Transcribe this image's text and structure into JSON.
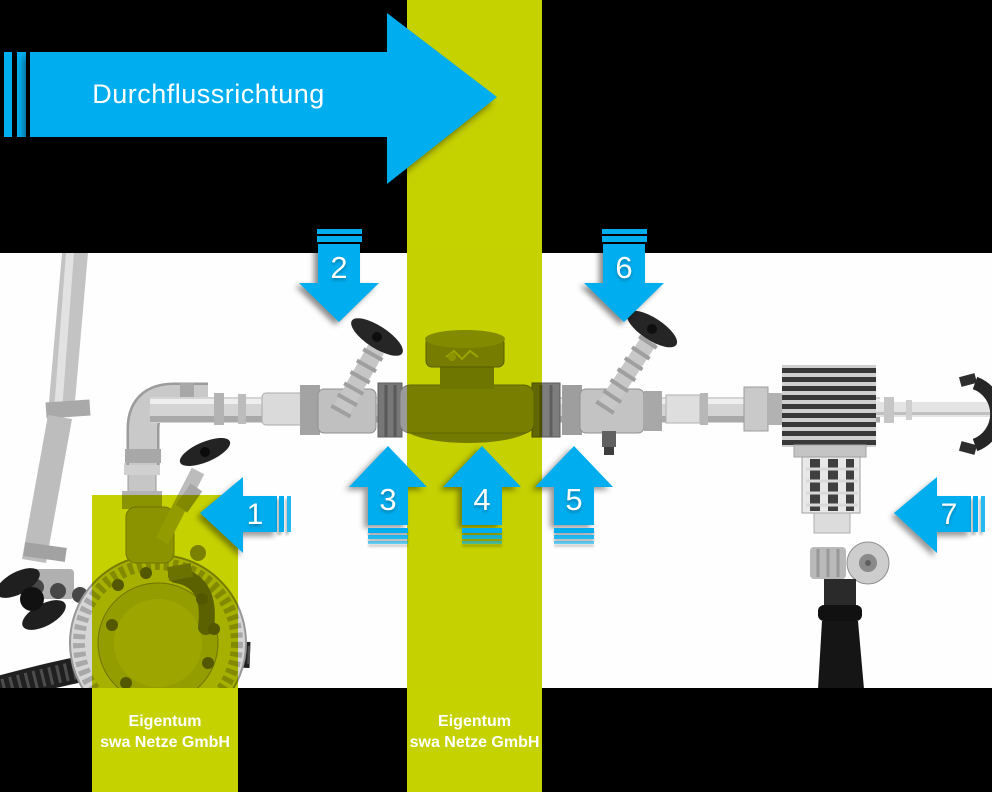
{
  "flow_arrow": {
    "label": "Durchflussrichtung"
  },
  "markers": [
    {
      "number": "1",
      "direction": "left"
    },
    {
      "number": "2",
      "direction": "down"
    },
    {
      "number": "3",
      "direction": "up"
    },
    {
      "number": "4",
      "direction": "up"
    },
    {
      "number": "5",
      "direction": "up"
    },
    {
      "number": "6",
      "direction": "down"
    },
    {
      "number": "7",
      "direction": "left"
    }
  ],
  "ownership_labels": [
    {
      "line1": "Eigentum",
      "line2": "swa Netze GmbH"
    },
    {
      "line1": "Eigentum",
      "line2": "swa Netze GmbH"
    }
  ],
  "colors": {
    "arrow_blue": "#00aeef",
    "highlight_yellow": "#c6d200",
    "background_black": "#000000",
    "photo_background": "#ffffff",
    "text_white": "#ffffff"
  }
}
